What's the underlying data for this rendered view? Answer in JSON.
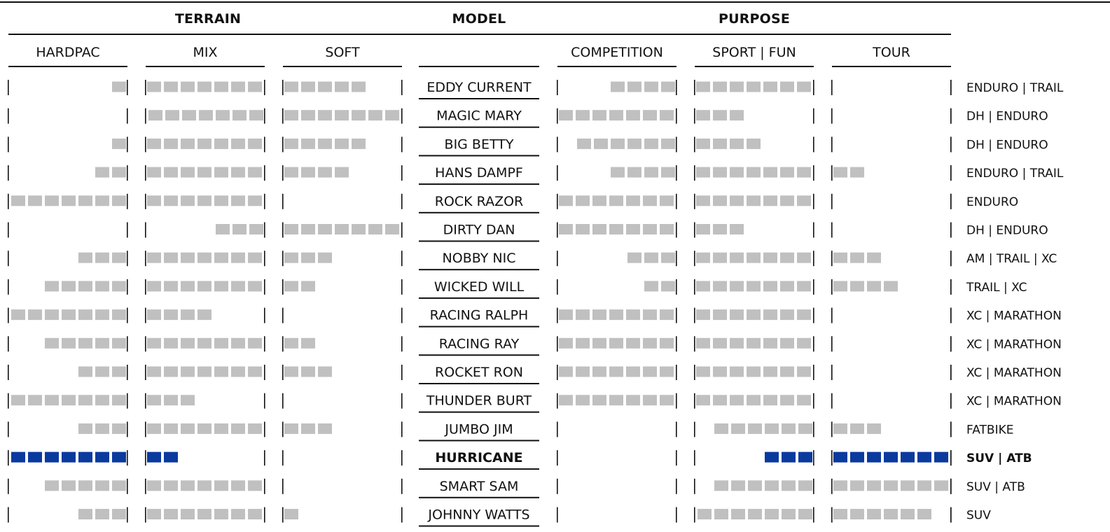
{
  "header": {
    "group_terrain": "TERRAIN",
    "group_model": "MODEL",
    "group_purpose": "PURPOSE",
    "columns": [
      "HARDPAC",
      "MIX",
      "SOFT",
      "",
      "COMPETITION",
      "SPORT | FUN",
      "TOUR"
    ]
  },
  "colors": {
    "bar_default": "#c0c0c0",
    "bar_highlight": "#0a3a9e",
    "rule": "#111111"
  },
  "chart_data": {
    "type": "table",
    "segments_per_column": 7,
    "terrain_columns": [
      "HARDPAC",
      "MIX",
      "SOFT"
    ],
    "purpose_columns": [
      "COMPETITION",
      "SPORT | FUN",
      "TOUR"
    ],
    "highlight_model": "HURRICANE",
    "rows": [
      {
        "model": "EDDY CURRENT",
        "purpose": "ENDURO | TRAIL",
        "terrain": [
          1,
          7,
          5
        ],
        "usage": [
          4,
          7,
          0
        ]
      },
      {
        "model": "MAGIC MARY",
        "purpose": "DH | ENDURO",
        "terrain": [
          0,
          7,
          7
        ],
        "usage": [
          7,
          3,
          0
        ]
      },
      {
        "model": "BIG BETTY",
        "purpose": "DH | ENDURO",
        "terrain": [
          1,
          7,
          5
        ],
        "usage": [
          6,
          4,
          0
        ]
      },
      {
        "model": "HANS DAMPF",
        "purpose": "ENDURO | TRAIL",
        "terrain": [
          2,
          7,
          4
        ],
        "usage": [
          4,
          7,
          2
        ]
      },
      {
        "model": "ROCK RAZOR",
        "purpose": "ENDURO",
        "terrain": [
          7,
          7,
          0
        ],
        "usage": [
          7,
          7,
          0
        ]
      },
      {
        "model": "DIRTY DAN",
        "purpose": "DH | ENDURO",
        "terrain": [
          0,
          3,
          7
        ],
        "usage": [
          7,
          3,
          0
        ]
      },
      {
        "model": "NOBBY NIC",
        "purpose": "AM | TRAIL | XC",
        "terrain": [
          3,
          7,
          3
        ],
        "usage": [
          3,
          7,
          3
        ]
      },
      {
        "model": "WICKED WILL",
        "purpose": "TRAIL | XC",
        "terrain": [
          5,
          7,
          2
        ],
        "usage": [
          2,
          7,
          4
        ]
      },
      {
        "model": "RACING RALPH",
        "purpose": "XC | MARATHON",
        "terrain": [
          7,
          4,
          0
        ],
        "usage": [
          7,
          7,
          0
        ]
      },
      {
        "model": "RACING RAY",
        "purpose": "XC | MARATHON",
        "terrain": [
          5,
          7,
          2
        ],
        "usage": [
          7,
          7,
          0
        ]
      },
      {
        "model": "ROCKET RON",
        "purpose": "XC | MARATHON",
        "terrain": [
          3,
          7,
          3
        ],
        "usage": [
          7,
          7,
          0
        ]
      },
      {
        "model": "THUNDER BURT",
        "purpose": "XC | MARATHON",
        "terrain": [
          7,
          3,
          0
        ],
        "usage": [
          7,
          7,
          0
        ]
      },
      {
        "model": "JUMBO JIM",
        "purpose": "FATBIKE",
        "terrain": [
          3,
          7,
          3
        ],
        "usage": [
          0,
          6,
          3
        ]
      },
      {
        "model": "HURRICANE",
        "purpose": "SUV | ATB",
        "terrain": [
          7,
          2,
          0
        ],
        "usage": [
          0,
          3,
          7
        ]
      },
      {
        "model": "SMART SAM",
        "purpose": "SUV | ATB",
        "terrain": [
          5,
          7,
          0
        ],
        "usage": [
          0,
          6,
          7
        ]
      },
      {
        "model": "JOHNNY WATTS",
        "purpose": "SUV",
        "terrain": [
          3,
          7,
          1
        ],
        "usage": [
          0,
          7,
          6
        ]
      }
    ]
  }
}
